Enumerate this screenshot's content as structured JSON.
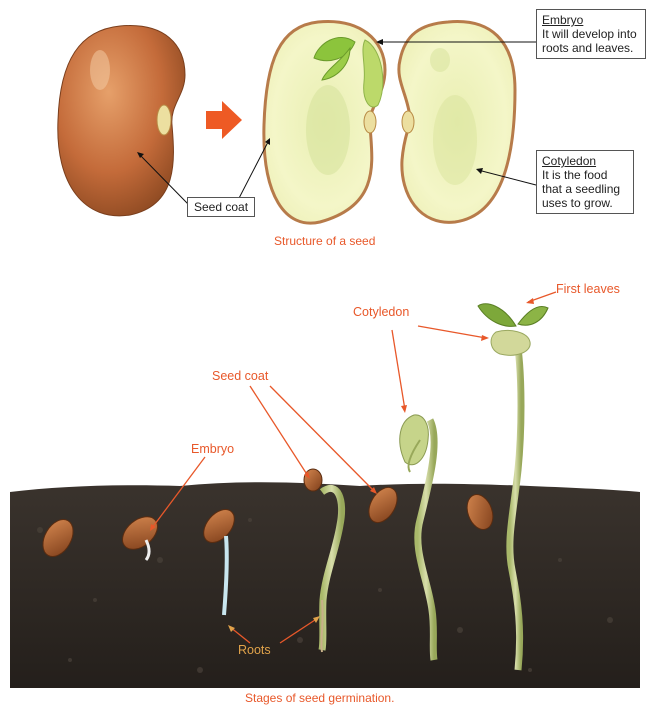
{
  "top": {
    "caption": "Structure of a seed",
    "seed_coat_label": "Seed coat",
    "embryo": {
      "title": "Embryo",
      "desc": "It will develop into roots and leaves."
    },
    "cotyledon": {
      "title": "Cotyledon",
      "desc": "It is the food that a seedling uses to grow."
    }
  },
  "bottom": {
    "caption": "Stages of seed germination.",
    "labels": {
      "first_leaves": "First leaves",
      "cotyledon": "Cotyledon",
      "seed_coat": "Seed coat",
      "embryo": "Embryo",
      "roots": "Roots"
    }
  },
  "colors": {
    "label_orange": "#e8582a",
    "roots_label": "#e0a24a",
    "seed_brown": "#c46b3a",
    "seed_inner": "#f4f6c8",
    "soil": "#2e2925"
  }
}
